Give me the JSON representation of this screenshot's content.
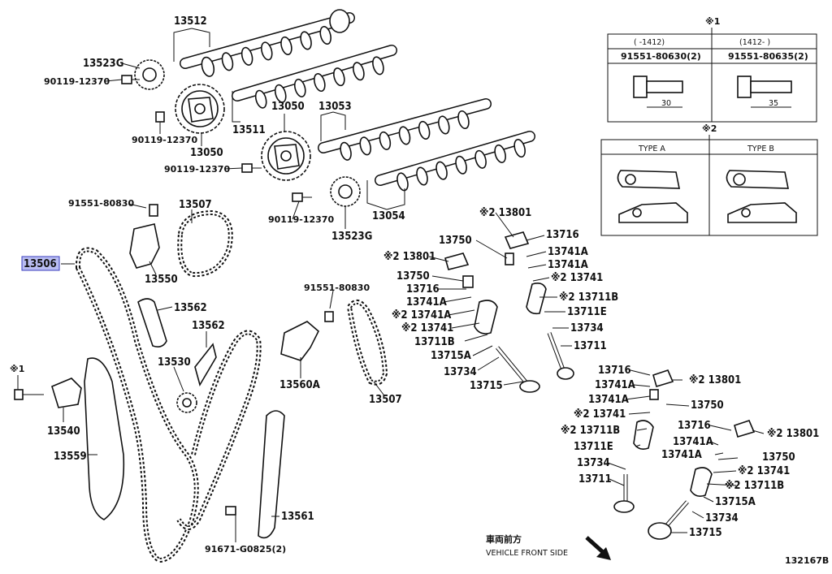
{
  "labels": {
    "p13512": "13512",
    "p13523g_top": "13523G",
    "p90119_a": "90119-12370",
    "p90119_b": "90119-12370",
    "p90119_c": "90119-12370",
    "p90119_d": "90119-12370",
    "p13050_a": "13050",
    "p13050_b": "13050",
    "p13511": "13511",
    "p13053": "13053",
    "p13054": "13054",
    "p13523g_bot": "13523G",
    "p91551_80830_a": "91551-80830",
    "p91551_80830_b": "91551-80830",
    "p13507_a": "13507",
    "p13507_b": "13507",
    "p13506": "13506",
    "p13550": "13550",
    "p13562_a": "13562",
    "p13562_b": "13562",
    "p13530": "13530",
    "p13560a": "13560A",
    "note1_left": "※1",
    "p13540": "13540",
    "p13559": "13559",
    "p13561": "13561",
    "p91671": "91671-G0825(2)",
    "v13801_a": "※2 13801",
    "v13750_a": "13750",
    "v13716_a": "13716",
    "v13741a_a": "13741A",
    "v13741a_b": "13741A",
    "v13741_a": "※2 13741",
    "v13711b_a": "※2 13711B",
    "v13711e_a": "13711E",
    "v13734_a": "13734",
    "v13711_a": "13711",
    "v13801_b": "※2 13801",
    "v13750_b": "13750",
    "v13716_b": "13716",
    "v13741a_c": "13741A",
    "v13741a_d": "※2 13741A",
    "v13741_b": "※2 13741",
    "v13711b_b": "13711B",
    "v13715a_a": "13715A",
    "v13734_b": "13734",
    "v13715_a": "13715",
    "v13716_c": "13716",
    "v13741a_e": "13741A",
    "v13801_c": "※2 13801",
    "v13741a_f": "13741A",
    "v13750_c": "13750",
    "v13741_c": "※2 13741",
    "v13711b_c": "※2 13711B",
    "v13711e_b": "13711E",
    "v13734_c": "13734",
    "v13711_b": "13711",
    "v13716_d": "13716",
    "v13741a_g": "13741A",
    "v13801_d": "※2 13801",
    "v13741a_h": "13741A",
    "v13750_d": "13750",
    "v13741_d": "※2 13741",
    "v13711b_d": "※2 13711B",
    "v13715a_b": "13715A",
    "v13734_d": "13734",
    "v13715_b": "13715"
  },
  "box1": {
    "mark": "※1",
    "col1_header": "(     -1412)",
    "col2_header": "(1412-     )",
    "col1_part": "91551-80630(2)",
    "col2_part": "91551-80635(2)",
    "col1_dim": "30",
    "col2_dim": "35"
  },
  "box2": {
    "mark": "※2",
    "col1_header": "TYPE A",
    "col2_header": "TYPE B"
  },
  "footer": {
    "front_jp": "車両前方",
    "front_en": "VEHICLE FRONT SIDE",
    "illustration_id": "132167B"
  },
  "highlight_color": "#b9bdf2"
}
